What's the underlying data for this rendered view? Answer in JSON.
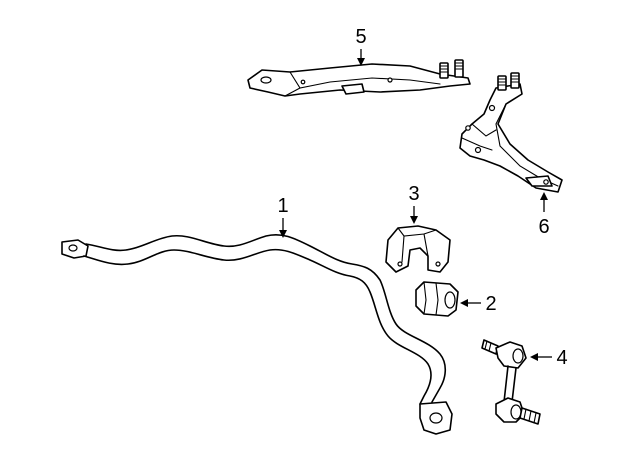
{
  "diagram": {
    "callouts": [
      {
        "id": "1",
        "text": "1"
      },
      {
        "id": "2",
        "text": "2"
      },
      {
        "id": "3",
        "text": "3"
      },
      {
        "id": "4",
        "text": "4"
      },
      {
        "id": "5",
        "text": "5"
      },
      {
        "id": "6",
        "text": "6"
      }
    ],
    "parts": [
      {
        "callout": "1",
        "icon": "stabilizer-bar-icon"
      },
      {
        "callout": "2",
        "icon": "bushing-icon"
      },
      {
        "callout": "3",
        "icon": "bushing-bracket-icon"
      },
      {
        "callout": "4",
        "icon": "stabilizer-link-icon"
      },
      {
        "callout": "5",
        "icon": "mount-bracket-icon"
      },
      {
        "callout": "6",
        "icon": "mount-bracket-icon"
      }
    ],
    "colors": {
      "line": "#000000",
      "background": "#ffffff"
    }
  }
}
